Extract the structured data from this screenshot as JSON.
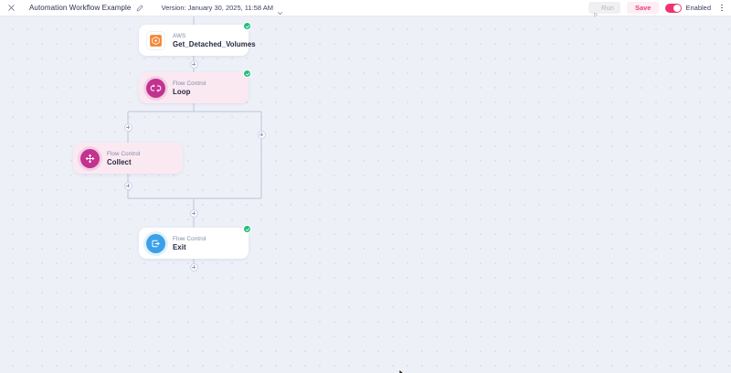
{
  "header": {
    "close_icon": "close-icon",
    "title": "Automation Workflow Example",
    "edit_icon": "pencil-edit-icon",
    "version_label": "Version: January 30, 2025, 11:58 AM",
    "version_chevron_icon": "chevron-down-icon",
    "run_label": "Run",
    "run_icon": "play-icon",
    "run_disabled": true,
    "save_label": "Save",
    "toggle_label": "Enabled",
    "toggle_state": "on",
    "menu_icon": "kebab-menu-icon",
    "accent_pink": "#f0336e",
    "save_text_color": "#ec3f7f",
    "run_text_color": "#b3b6c4"
  },
  "canvas": {
    "background": "#eef0f8",
    "grid": "dot-grid",
    "status_badge_color": "#1fc07a",
    "nodes": [
      {
        "id": "aws",
        "category": "AWS",
        "name": "Get_Detached_Volumes",
        "icon": "aws-cube-icon",
        "icon_color": "#f58536",
        "card_color": "#ffffff",
        "status": "success"
      },
      {
        "id": "loop",
        "category": "Flow Control",
        "name": "Loop",
        "icon": "loop-icon",
        "icon_color": "#c2328f",
        "card_color": "#fbe9f2",
        "status": "success"
      },
      {
        "id": "collect",
        "category": "Flow Control",
        "name": "Collect",
        "icon": "collect-arrows-icon",
        "icon_color": "#c2328f",
        "card_color": "#fbe9f2",
        "status": "none"
      },
      {
        "id": "exit",
        "category": "Flow Control",
        "name": "Exit",
        "icon": "exit-arrow-icon",
        "icon_color": "#3ca0e8",
        "card_color": "#ffffff",
        "status": "success"
      }
    ],
    "add_node_icon": "plus-icon",
    "cursor_icon": "mouse-pointer-icon"
  }
}
